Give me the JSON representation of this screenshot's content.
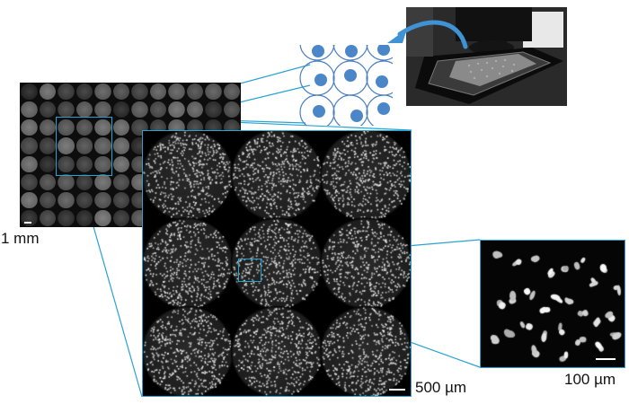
{
  "figure": {
    "plate_overview": {
      "description": "Whole plate image, 96-well, nuclei stain",
      "rows": 8,
      "cols": 12,
      "scale_bar_label": "1 mm"
    },
    "schematic": {
      "description": "Well-offset schematic: blue dots in circular wells",
      "rows": 3,
      "cols": 3,
      "accent": "#4a86c8"
    },
    "photo": {
      "description": "Microscope objective above multiwell plate on stage"
    },
    "well_montage": {
      "description": "3x3 well montage",
      "rows": 3,
      "cols": 3,
      "scale_bar_label": "500 µm"
    },
    "cell_zoom": {
      "description": "Cell-level zoom",
      "scale_bar_label": "100 µm"
    },
    "colors": {
      "highlight": "#29a3d1",
      "arrow": "#3f93d4",
      "schematic_fill": "#4a86c8",
      "schematic_ring": "#4a7fbf"
    }
  }
}
